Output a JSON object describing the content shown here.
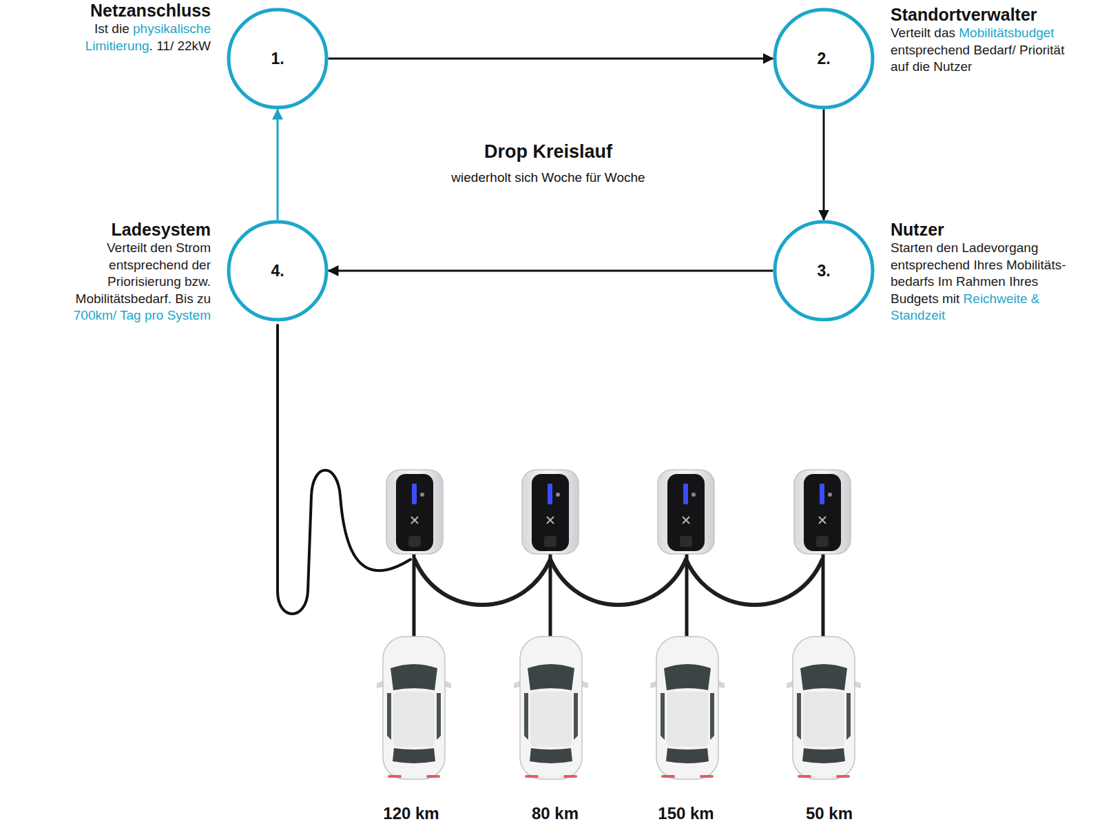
{
  "diagram": {
    "title": "Drop Kreislauf",
    "nodes": [
      {
        "text": [
          "Netzanschluss",
          "Ist die physikalische Limitierung. 11/ 22kW",
          "1."
        ]
      },
      {
        "text": [
          "Standortverwalter",
          "Verteilt das Mobilitätsbudget entsprechend Bedarf/ Priorität auf die Nutzer",
          "2."
        ]
      },
      {
        "text": [
          "Nutzer",
          "Starten den Ladevorgang entsprechend Ihres Mobilitäts- bedarfs Im Rahmen Ihres Budgets mit Reichweite & Standzeit",
          "3."
        ]
      },
      {
        "text": [
          "Ladesystem",
          "Verteilt den Strom entsprechend der Priorisierung bzw. Mobilitätsbedarf. Bis zu 700km/ Tag pro System",
          "4."
        ]
      }
    ],
    "edges": [
      {
        "from": 0,
        "to": 1,
        "arrow": "to"
      },
      {
        "from": 1,
        "to": 2,
        "arrow": "to"
      },
      {
        "from": 2,
        "to": 3,
        "arrow": "to"
      },
      {
        "from": 3,
        "to": 0,
        "arrow": "to"
      }
    ],
    "labels": [
      "wiederholt sich Woche für Woche",
      "120 km",
      "80 km",
      "150 km",
      "50 km"
    ]
  }
}
